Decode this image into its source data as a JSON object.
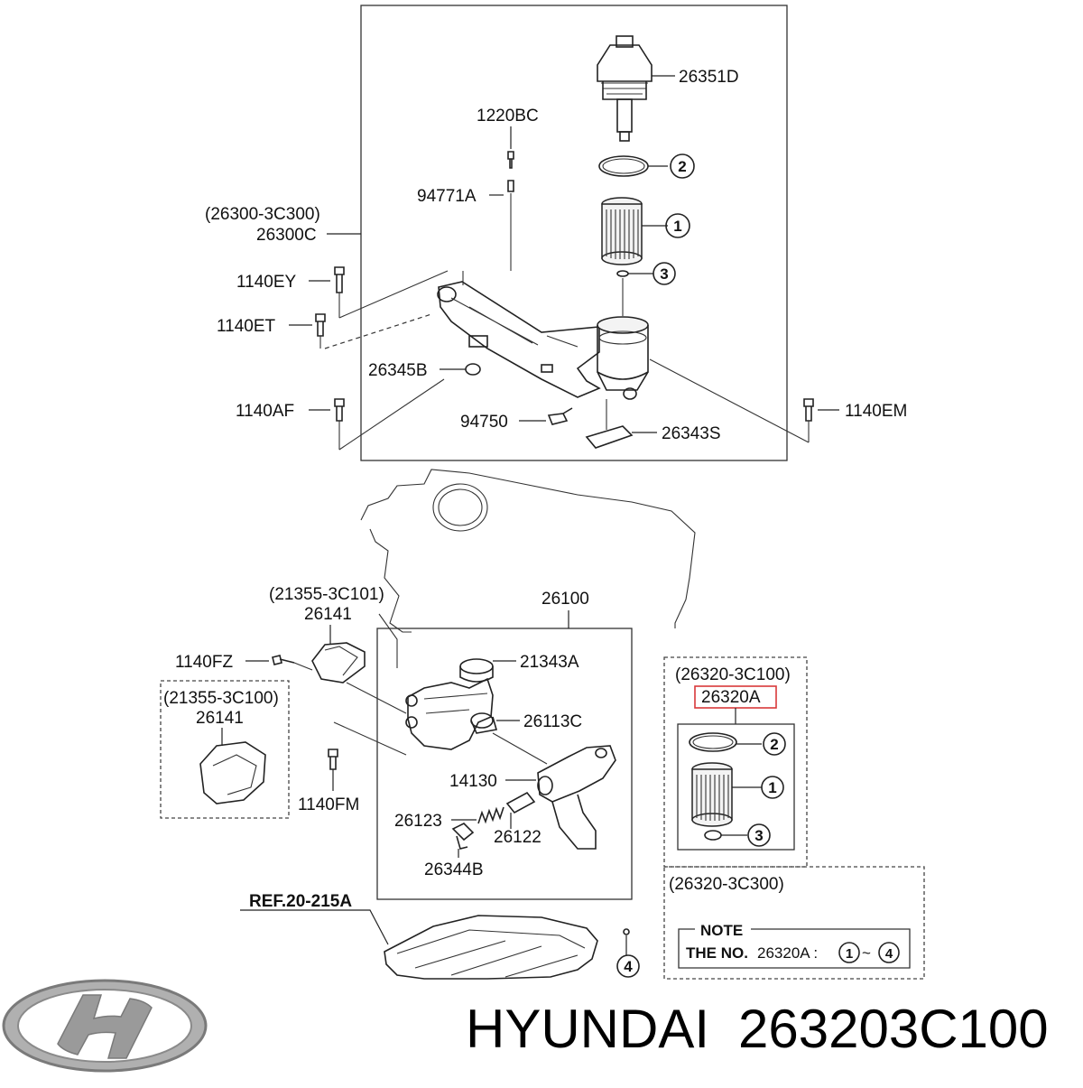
{
  "labels": {
    "p26351D": "26351D",
    "p1220BC": "1220BC",
    "p94771A": "94771A",
    "p26300group": "(26300-3C300)",
    "p26300C": "26300C",
    "p1140EY": "1140EY",
    "p1140ET": "1140ET",
    "p26345B": "26345B",
    "p1140AF": "1140AF",
    "p94750": "94750",
    "p26343S": "26343S",
    "p1140EM": "1140EM",
    "p26100": "26100",
    "p21355_101": "(21355-3C101)",
    "p26141a": "26141",
    "p1140FZ": "1140FZ",
    "p21343A": "21343A",
    "p21355_100": "(21355-3C100)",
    "p26141b": "26141",
    "p26113C": "26113C",
    "p14130": "14130",
    "p1140FM": "1140FM",
    "p26123": "26123",
    "p26122": "26122",
    "p26344B": "26344B",
    "ref": "REF.20-215A",
    "p26320group1": "(26320-3C100)",
    "p26320A": "26320A",
    "p26320group2": "(26320-3C300)"
  },
  "callouts": {
    "c1": "1",
    "c2": "2",
    "c3": "3",
    "c4": "4"
  },
  "note": {
    "title": "NOTE",
    "prefix": "THE NO.",
    "part": "26320A :",
    "from": "1",
    "tilde": "~",
    "to": "4"
  },
  "footer": {
    "brand": "HYUNDAI",
    "part_number": "263203C100"
  },
  "colors": {
    "highlight": "#d9383a",
    "line": "#222222",
    "logo": "#9a9a9a"
  },
  "icons": {
    "logo": "hyundai-logo-icon"
  }
}
